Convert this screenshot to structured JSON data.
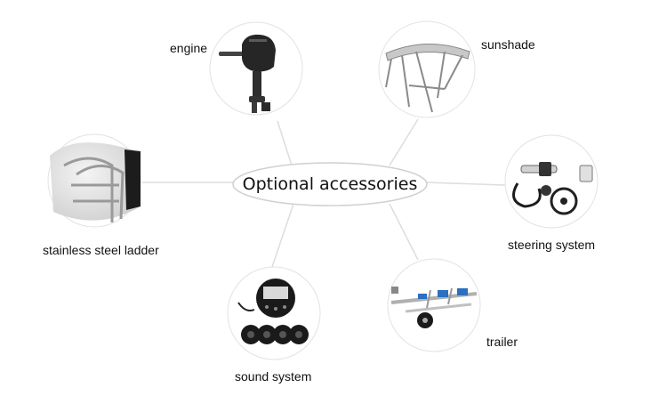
{
  "center": {
    "label": "Optional accessories"
  },
  "accessories": [
    {
      "id": "engine",
      "label": "engine",
      "icon": "outboard-engine-icon"
    },
    {
      "id": "sunshade",
      "label": "sunshade",
      "icon": "bimini-top-icon"
    },
    {
      "id": "ladder",
      "label": "stainless steel ladder",
      "icon": "boat-ladder-icon"
    },
    {
      "id": "steering",
      "label": "steering system",
      "icon": "steering-system-icon"
    },
    {
      "id": "sound",
      "label": "sound system",
      "icon": "marine-stereo-icon"
    },
    {
      "id": "trailer",
      "label": "trailer",
      "icon": "boat-trailer-icon"
    }
  ],
  "colors": {
    "connector": "#dddddd",
    "node_border": "#e2e2e2",
    "text": "#111111"
  }
}
